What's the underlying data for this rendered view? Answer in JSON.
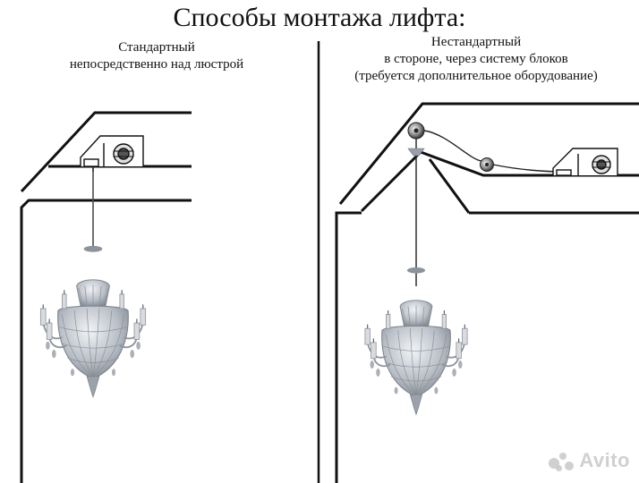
{
  "title": "Способы монтажа лифта:",
  "left_panel": {
    "caption_line1": "Стандартный",
    "caption_line2": "непосредственно над люстрой"
  },
  "right_panel": {
    "caption_line1": "Нестандартный",
    "caption_line2": "в стороне, через систему блоков",
    "caption_line3": "(требуется дополнительное оборудование)"
  },
  "watermark": "Avito",
  "colors": {
    "line": "#111111",
    "chandelier": "#9aa0a8",
    "crystal": "#c9ced4",
    "watermark": "#c8c8c8"
  }
}
